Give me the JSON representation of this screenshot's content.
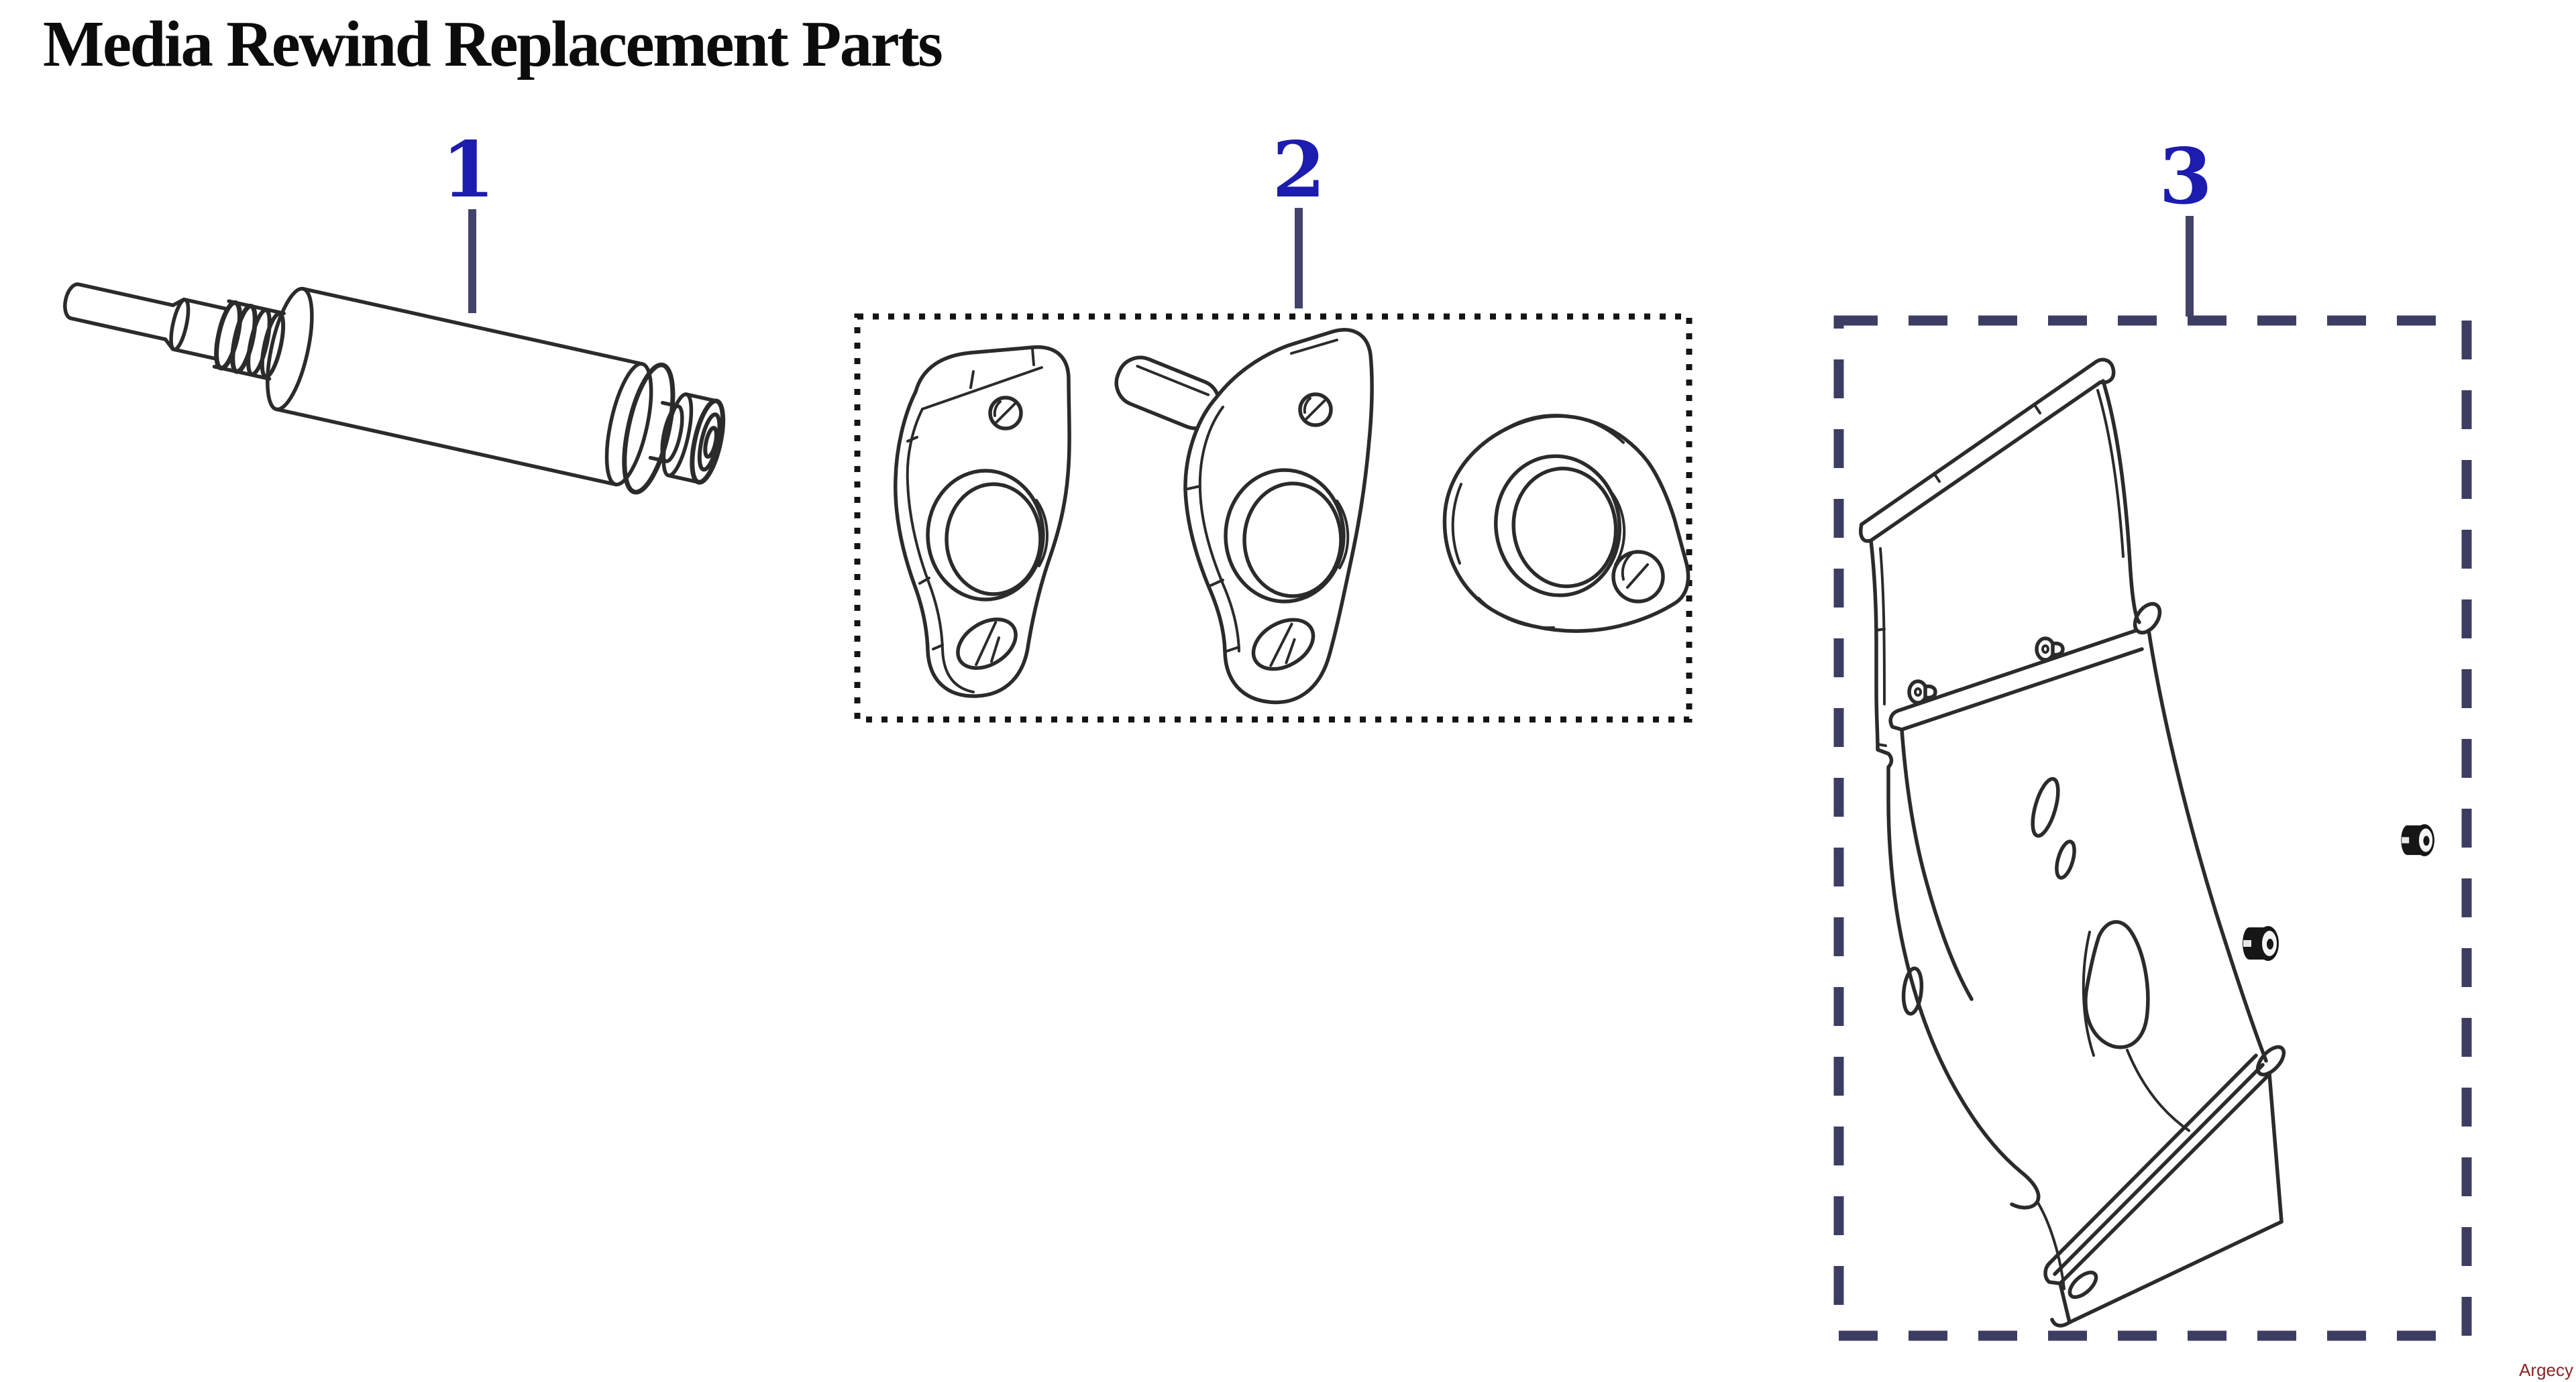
{
  "page": {
    "title": "Media Rewind Replacement Parts",
    "watermark": "Argecy",
    "background": "#ffffff"
  },
  "callouts": [
    {
      "number": "1"
    },
    {
      "number": "2"
    },
    {
      "number": "3"
    }
  ],
  "colors": {
    "title_text": "#0c0c0c",
    "callout_number": "#1c1cae",
    "leader_line": "#43436a",
    "part_outline": "#2b2b2b",
    "dotted_box_border": "#141414",
    "dashed_box_border": "#3d3d63",
    "watermark": "#8b2424"
  }
}
